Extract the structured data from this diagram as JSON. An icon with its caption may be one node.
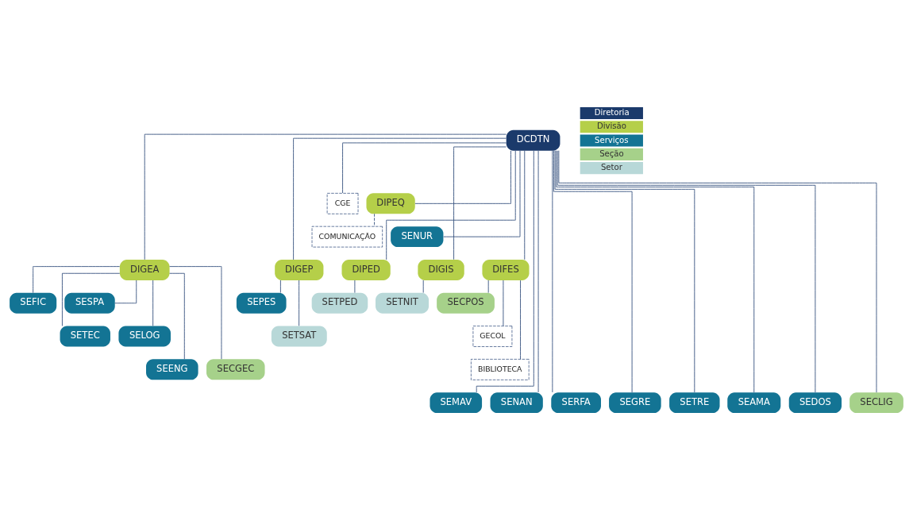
{
  "diagram": {
    "nodes": [
      {
        "text": [
          "DCDTN"
        ]
      },
      {
        "text": [
          "CGE"
        ]
      },
      {
        "text": [
          "DIPEQ"
        ]
      },
      {
        "text": [
          "COMUNICAÇÃO"
        ]
      },
      {
        "text": [
          "SENUR"
        ]
      },
      {
        "text": [
          "DIGEA"
        ]
      },
      {
        "text": [
          "DIGEP"
        ]
      },
      {
        "text": [
          "DIPED"
        ]
      },
      {
        "text": [
          "DIGIS"
        ]
      },
      {
        "text": [
          "DIFES"
        ]
      },
      {
        "text": [
          "SEFIC"
        ]
      },
      {
        "text": [
          "SESPA"
        ]
      },
      {
        "text": [
          "SETEC"
        ]
      },
      {
        "text": [
          "SELOG"
        ]
      },
      {
        "text": [
          "SEENG"
        ]
      },
      {
        "text": [
          "SECGEC"
        ]
      },
      {
        "text": [
          "SEPES"
        ]
      },
      {
        "text": [
          "SETSAT"
        ]
      },
      {
        "text": [
          "SETPED"
        ]
      },
      {
        "text": [
          "SETNIT"
        ]
      },
      {
        "text": [
          "SECPOS"
        ]
      },
      {
        "text": [
          "GECOL"
        ]
      },
      {
        "text": [
          "BIBLIOTECA"
        ]
      },
      {
        "text": [
          "SEMAV"
        ]
      },
      {
        "text": [
          "SENAN"
        ]
      },
      {
        "text": [
          "SERFA"
        ]
      },
      {
        "text": [
          "SEGRE"
        ]
      },
      {
        "text": [
          "SETRE"
        ]
      },
      {
        "text": [
          "SEAMA"
        ]
      },
      {
        "text": [
          "SEDOS"
        ]
      },
      {
        "text": [
          "SECLIG"
        ]
      }
    ],
    "edges": [
      {
        "from": 0,
        "to": 1,
        "arrow": "none"
      },
      {
        "from": 0,
        "to": 2,
        "arrow": "none"
      },
      {
        "from": 2,
        "to": 3,
        "arrow": "none",
        "style": "dashed"
      },
      {
        "from": 0,
        "to": 4,
        "arrow": "none"
      },
      {
        "from": 0,
        "to": 5,
        "arrow": "none"
      },
      {
        "from": 0,
        "to": 6,
        "arrow": "none"
      },
      {
        "from": 0,
        "to": 7,
        "arrow": "none"
      },
      {
        "from": 0,
        "to": 8,
        "arrow": "none"
      },
      {
        "from": 0,
        "to": 9,
        "arrow": "none"
      },
      {
        "from": 5,
        "to": 10,
        "arrow": "none"
      },
      {
        "from": 5,
        "to": 11,
        "arrow": "none"
      },
      {
        "from": 5,
        "to": 12,
        "arrow": "none"
      },
      {
        "from": 5,
        "to": 13,
        "arrow": "none"
      },
      {
        "from": 5,
        "to": 14,
        "arrow": "none"
      },
      {
        "from": 5,
        "to": 15,
        "arrow": "none"
      },
      {
        "from": 6,
        "to": 16,
        "arrow": "none"
      },
      {
        "from": 6,
        "to": 17,
        "arrow": "none"
      },
      {
        "from": 7,
        "to": 18,
        "arrow": "none"
      },
      {
        "from": 8,
        "to": 19,
        "arrow": "none"
      },
      {
        "from": 9,
        "to": 20,
        "arrow": "none"
      },
      {
        "from": 9,
        "to": 21,
        "arrow": "none"
      },
      {
        "from": 9,
        "to": 22,
        "arrow": "none"
      },
      {
        "from": 0,
        "to": 23,
        "arrow": "none"
      },
      {
        "from": 0,
        "to": 24,
        "arrow": "none"
      },
      {
        "from": 0,
        "to": 25,
        "arrow": "none"
      },
      {
        "from": 0,
        "to": 26,
        "arrow": "none"
      },
      {
        "from": 0,
        "to": 27,
        "arrow": "none"
      },
      {
        "from": 0,
        "to": 28,
        "arrow": "none"
      },
      {
        "from": 0,
        "to": 29,
        "arrow": "none"
      },
      {
        "from": 0,
        "to": 30,
        "arrow": "none"
      }
    ],
    "legend": [
      {
        "text": "Diretoria",
        "color": "#1b3a6b"
      },
      {
        "text": "Divisão",
        "color": "#b5cf49"
      },
      {
        "text": "Serviços",
        "color": "#137494"
      },
      {
        "text": "Seção",
        "color": "#a6d18a"
      },
      {
        "text": "Setor",
        "color": "#b8d8d8"
      }
    ]
  }
}
